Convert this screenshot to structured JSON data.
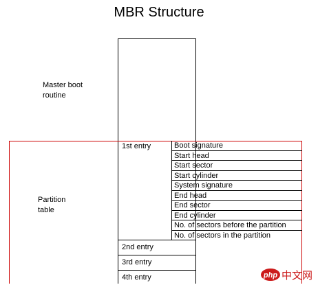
{
  "title": "MBR Structure",
  "left_labels": {
    "master_boot_line1": "Master boot",
    "master_boot_line2": "routine",
    "partition_line1": "Partition",
    "partition_line2": "table"
  },
  "entries": {
    "first": "1st entry",
    "second": "2nd entry",
    "third": "3rd entry",
    "fourth": "4th entry"
  },
  "entry_fields": [
    "Boot signature",
    "Start head",
    "Start sector",
    "Start cylinder",
    "System signature",
    "End head",
    "End sector",
    "End cylinder",
    "No. of sectors before the partition",
    "No. of sectors in the partition"
  ],
  "watermark": {
    "text": "php中文网"
  },
  "colors": {
    "partition_border": "#cc0000",
    "line": "#000000",
    "watermark_red": "#cc1b1b"
  }
}
